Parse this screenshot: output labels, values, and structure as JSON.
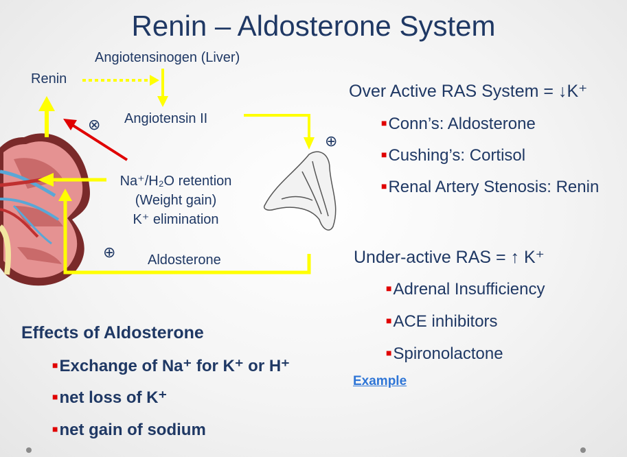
{
  "slide": {
    "title": "Renin – Aldosterone System"
  },
  "diagram": {
    "angiotensinogen": "Angiotensinogen (Liver)",
    "renin": "Renin",
    "angiotensin": "Angiotensin II",
    "inhibit_symbol": "⊗",
    "stimulate_symbol_top": "⊕",
    "stimulate_symbol_bottom": "⊕",
    "retention_line1": "Na⁺/H₂O retention",
    "retention_line2": "(Weight gain)",
    "retention_line3": "K⁺ elimination",
    "aldosterone": "Aldosterone",
    "arrow_color": "#ffff00",
    "inhibit_arrow_color": "#e00000"
  },
  "overactive": {
    "heading": "Over Active RAS System = ↓K⁺",
    "items": [
      "Conn’s: Aldosterone",
      "Cushing’s: Cortisol",
      "Renal Artery Stenosis: Renin"
    ]
  },
  "underactive": {
    "heading": "Under-active RAS = ↑ K⁺",
    "items": [
      "Adrenal Insufficiency",
      "ACE inhibitors",
      "Spironolactone"
    ],
    "link": "Example"
  },
  "effects": {
    "heading": "Effects of Aldosterone",
    "items": [
      "Exchange of Na⁺ for K⁺ or H⁺",
      "net loss of K⁺",
      "net gain of sodium"
    ]
  },
  "colors": {
    "title": "#1f3864",
    "bullet": "#e00000",
    "link": "#2e75d6"
  }
}
